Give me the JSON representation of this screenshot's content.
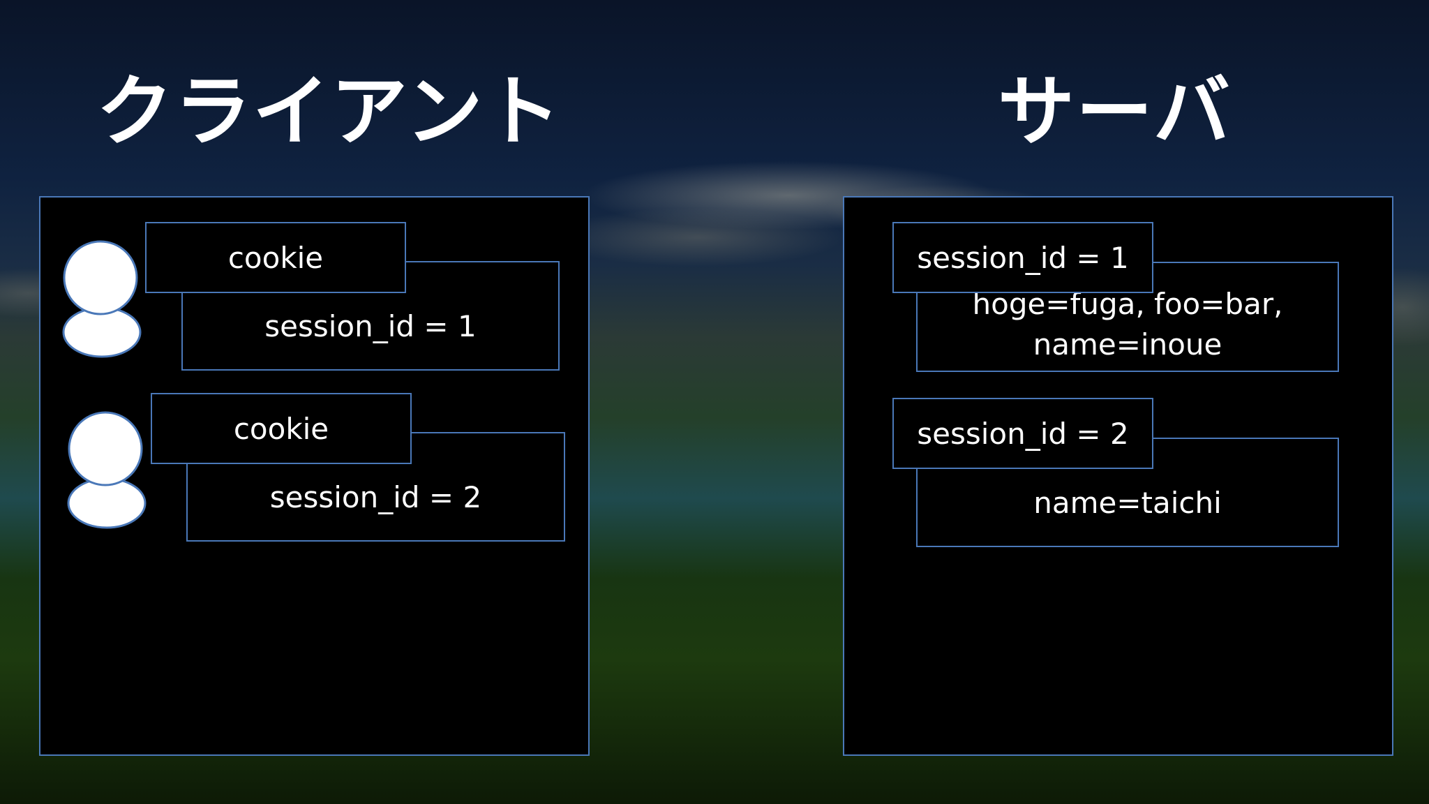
{
  "titles": {
    "client": "クライアント",
    "server": "サーバ"
  },
  "colors": {
    "box_border": "#4a78b8",
    "box_fill": "#000000",
    "text": "#ffffff"
  },
  "client": {
    "users": [
      {
        "cookie_label": "cookie",
        "cookie_value": "session_id = 1"
      },
      {
        "cookie_label": "cookie",
        "cookie_value": "session_id = 2"
      }
    ]
  },
  "server": {
    "sessions": [
      {
        "id_label": "session_id = 1",
        "data_line1": "hoge=fuga, foo=bar,",
        "data_line2": "name=inoue"
      },
      {
        "id_label": "session_id = 2",
        "data_line1": "name=taichi"
      }
    ]
  }
}
